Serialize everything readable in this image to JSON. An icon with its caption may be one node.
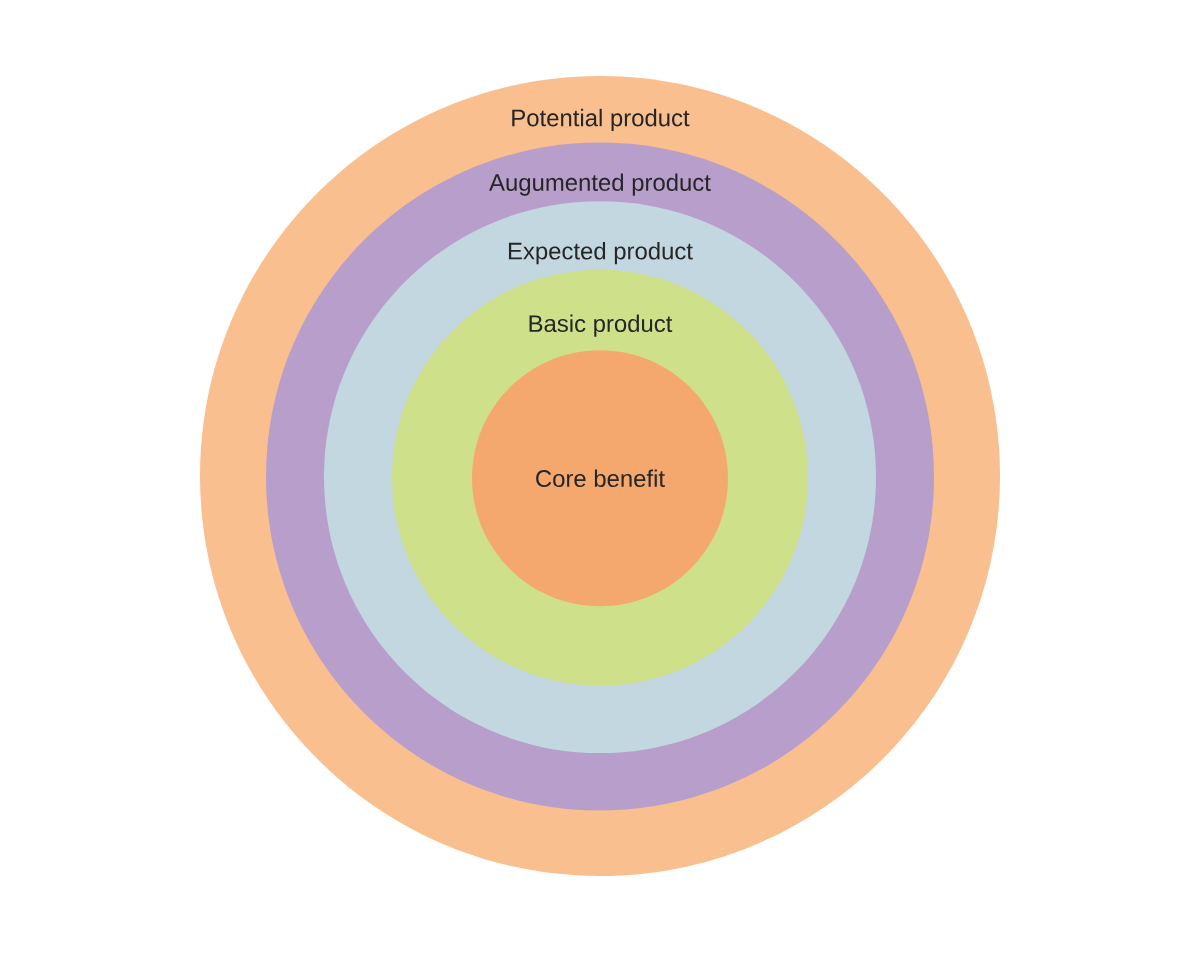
{
  "diagram": {
    "nodes": [
      {
        "text": [
          "Potential product"
        ]
      },
      {
        "text": [
          "Augumented product"
        ],
        "in": 0
      },
      {
        "text": [
          "Expected product"
        ],
        "in": 1
      },
      {
        "text": [
          "Basic product"
        ],
        "in": 2
      },
      {
        "text": [
          "Core benefit"
        ],
        "in": 3
      }
    ]
  }
}
